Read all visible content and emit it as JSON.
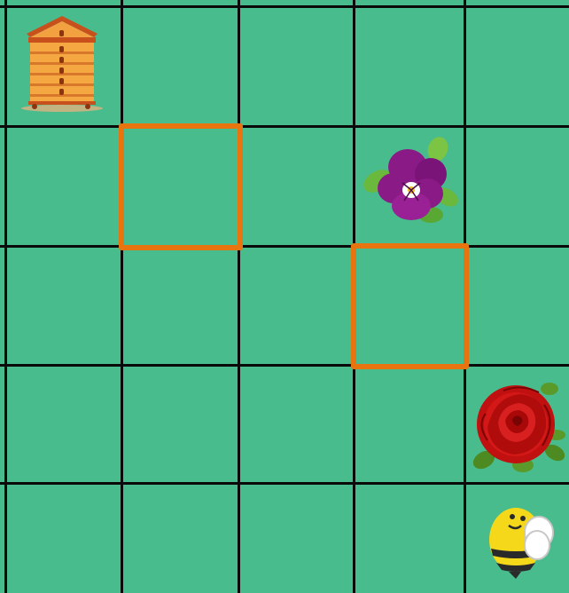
{
  "game": {
    "type": "grid-maze",
    "rows": 5,
    "cols": 5,
    "colors": {
      "background": "#48bc8d",
      "grid_line": "#0a0a0a",
      "highlight": "#e87410"
    },
    "pieces": [
      {
        "name": "beehive",
        "icon": "beehive-icon",
        "row": 0,
        "col": 0
      },
      {
        "name": "pansy",
        "icon": "purple-flower-icon",
        "row": 1,
        "col": 3
      },
      {
        "name": "rose",
        "icon": "red-rose-icon",
        "row": 3,
        "col": 4
      },
      {
        "name": "bee",
        "icon": "bee-icon",
        "row": 4,
        "col": 4
      }
    ],
    "highlighted_cells": [
      {
        "row": 1,
        "col": 1
      },
      {
        "row": 2,
        "col": 3
      }
    ]
  }
}
